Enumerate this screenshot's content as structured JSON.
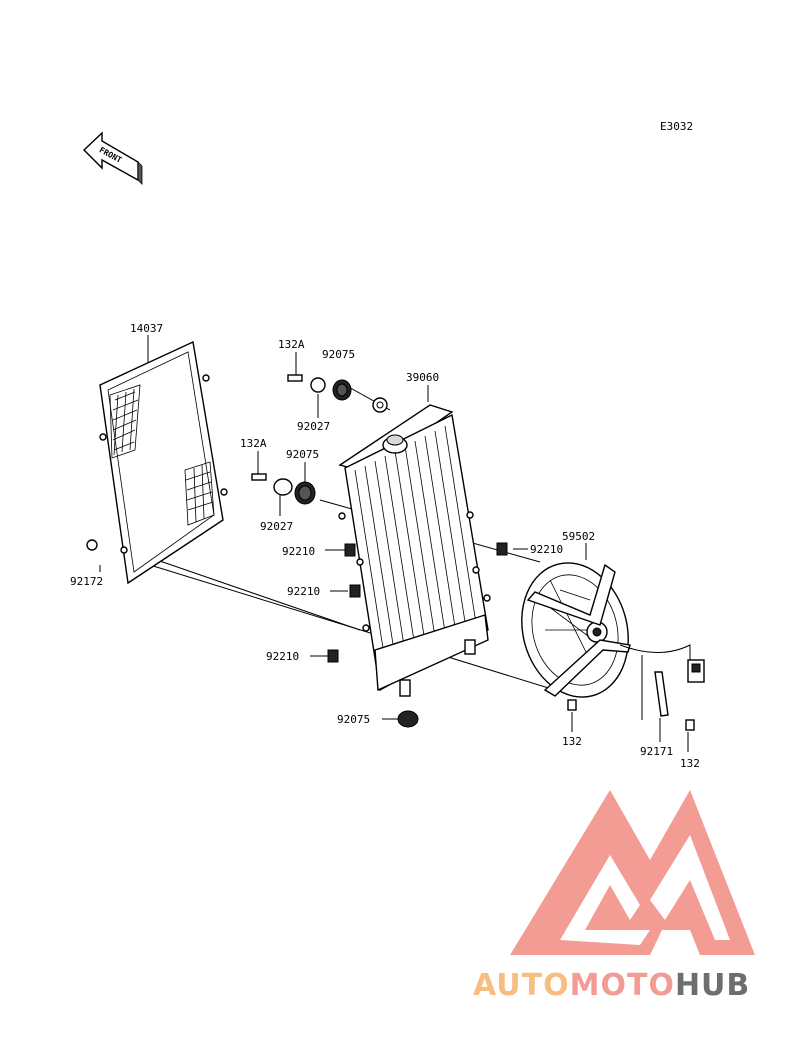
{
  "diagram": {
    "code": "E3032",
    "front_label": "FRONT",
    "parts": {
      "guard": "14037",
      "radiator": "39060",
      "fan": "59502",
      "bolt_top_1": "132A",
      "bolt_top_2": "132A",
      "grommet_top_1": "92075",
      "grommet_top_2": "92075",
      "collar_1": "92027",
      "collar_2": "92027",
      "clip_1": "92210",
      "clip_2": "92210",
      "clip_3": "92210",
      "clip_right": "92210",
      "grommet_bottom": "92075",
      "bolt_left": "92172",
      "bolt_fan": "132",
      "bolt_fan_right": "132",
      "clamp": "92171"
    }
  },
  "watermark": {
    "part1": "AUTO",
    "part2": "MOTO",
    "part3": "HUB",
    "color_primary": "#f28b82",
    "color_secondary": "#f7b26b",
    "color_dark": "#555555"
  }
}
